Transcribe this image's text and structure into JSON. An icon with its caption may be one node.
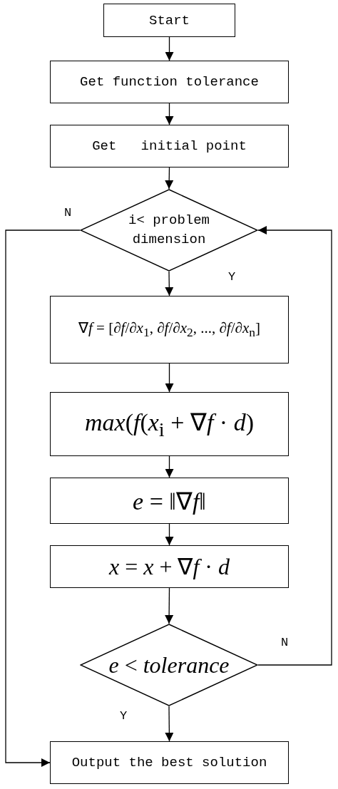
{
  "diagram": {
    "nodes": [
      {
        "text": [
          "Start"
        ]
      },
      {
        "text": [
          "Get function tolerance"
        ]
      },
      {
        "text": [
          "Get   initial point"
        ]
      },
      {
        "text": [
          "i< problem dimension"
        ]
      },
      {
        "text": [
          "∇*f* = [∂*f*/∂*x*$_{1}$, ∂*f*/∂*x*$_{2}$, ..., ∂*f*/∂*x*$_{n}$]"
        ]
      },
      {
        "text": [
          "*max*(*f*(*x*$_{i}$ + ∇*f* · *d*)"
        ]
      },
      {
        "text": [
          "*e* = ‖∇*f*‖"
        ]
      },
      {
        "text": [
          "*x* = *x* + ∇*f* · *d*"
        ]
      },
      {
        "text": [
          "*e* < *tolerance*"
        ]
      },
      {
        "text": [
          "Output the best solution"
        ]
      }
    ],
    "edges": [
      {
        "from": 0,
        "to": 1,
        "arrow": "to"
      },
      {
        "from": 1,
        "to": 2,
        "arrow": "to"
      },
      {
        "from": 2,
        "to": 3,
        "arrow": "to"
      },
      {
        "from": 3,
        "to": 4,
        "arrow": "to",
        "label": "Y"
      },
      {
        "from": 4,
        "to": 5,
        "arrow": "to"
      },
      {
        "from": 5,
        "to": 6,
        "arrow": "to"
      },
      {
        "from": 6,
        "to": 7,
        "arrow": "to"
      },
      {
        "from": 7,
        "to": 8,
        "arrow": "to"
      },
      {
        "from": 8,
        "to": 9,
        "arrow": "to",
        "label": "Y"
      },
      {
        "from": 8,
        "to": 3,
        "arrow": "to",
        "label": "N"
      },
      {
        "from": 3,
        "to": 9,
        "arrow": "to",
        "label": "N"
      }
    ]
  }
}
